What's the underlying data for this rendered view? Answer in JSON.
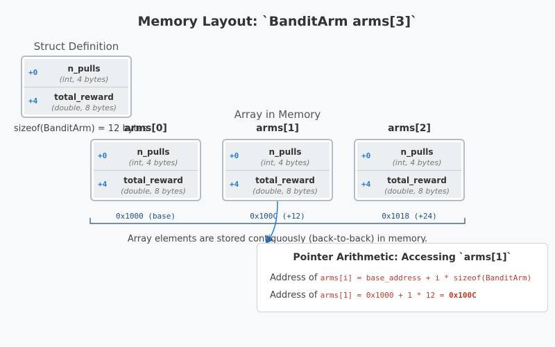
{
  "title": "Memory Layout: `BanditArm arms[3]`",
  "struct_definition": {
    "label": "Struct Definition",
    "fields": [
      {
        "offset": "+0",
        "name": "n_pulls",
        "type": "(int, 4 bytes)"
      },
      {
        "offset": "+4",
        "name": "total_reward",
        "type": "(double, 8 bytes)"
      }
    ],
    "sizeof_note": "sizeof(BanditArm) = 12 bytes"
  },
  "array": {
    "label": "Array in Memory",
    "elements": [
      {
        "label": "arms[0]",
        "address": "0x1000 (base)",
        "fields": [
          {
            "offset": "+0",
            "name": "n_pulls",
            "type": "(int, 4 bytes)"
          },
          {
            "offset": "+4",
            "name": "total_reward",
            "type": "(double, 8 bytes)"
          }
        ]
      },
      {
        "label": "arms[1]",
        "address": "0x100C (+12)",
        "fields": [
          {
            "offset": "+0",
            "name": "n_pulls",
            "type": "(int, 4 bytes)"
          },
          {
            "offset": "+4",
            "name": "total_reward",
            "type": "(double, 8 bytes)"
          }
        ]
      },
      {
        "label": "arms[2]",
        "address": "0x1018 (+24)",
        "fields": [
          {
            "offset": "+0",
            "name": "n_pulls",
            "type": "(int, 4 bytes)"
          },
          {
            "offset": "+4",
            "name": "total_reward",
            "type": "(double, 8 bytes)"
          }
        ]
      }
    ],
    "contiguous_note": "Array elements are stored contiguously (back-to-back) in memory."
  },
  "pointer_arithmetic": {
    "title": "Pointer Arithmetic: Accessing `arms[1]`",
    "line1_prefix": "Address of",
    "line1_code": "arms[i] = base_address + i * sizeof(BanditArm)",
    "line2_prefix": "Address of",
    "line2_code": "arms[1] = 0x1000 + 1 * 12 = ",
    "line2_result": "0x100C"
  },
  "colors": {
    "offset": "#2a7bd3",
    "address": "#1f4e89",
    "code": "#c0392b",
    "arrow": "#2a7bd3",
    "bracket": "#4a6a8a"
  }
}
